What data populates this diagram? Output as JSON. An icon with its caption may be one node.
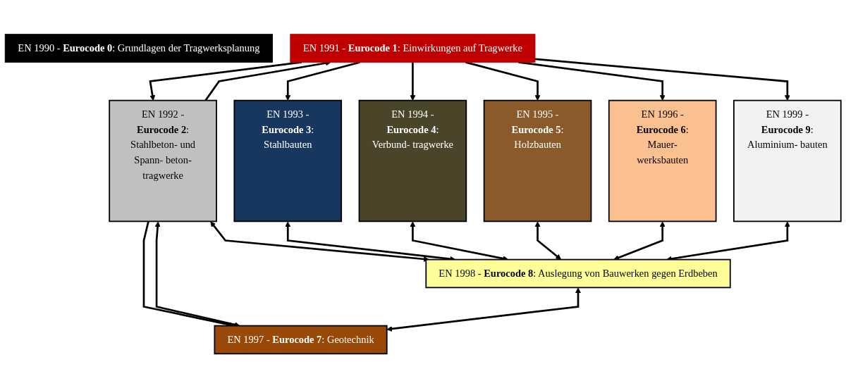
{
  "diagram": {
    "nodes": [
      {
        "text": [
          "EN 1990 - **Eurocode 0**: Grundlagen der Tragwerksplanung"
        ]
      },
      {
        "text": [
          "EN 1991 - **Eurocode 1**: Einwirkungen auf Tragwerke"
        ]
      },
      {
        "text": [
          "EN 1992 - **Eurocode 2**:",
          "Stahlbeton- und Spann- beton- tragwerke"
        ]
      },
      {
        "text": [
          "EN 1993 - **Eurocode 3**:",
          "Stahlbauten"
        ]
      },
      {
        "text": [
          "EN 1994 - **Eurocode 4**:",
          "Verbund- tragwerke"
        ]
      },
      {
        "text": [
          "EN 1995 - **Eurocode 5**:",
          "Holzbauten"
        ]
      },
      {
        "text": [
          "EN 1996 - **Eurocode 6**:",
          "Mauer- werksbauten"
        ]
      },
      {
        "text": [
          "EN 1999 - **Eurocode 9**:",
          "Aluminium- bauten"
        ]
      },
      {
        "text": [
          "EN 1998 - **Eurocode 8**: Auslegung von Bauwerken gegen Erdbeben"
        ]
      },
      {
        "text": [
          "EN 1997 - **Eurocode 7**:  Geotechnik"
        ]
      }
    ],
    "edges": [
      {
        "from": 2,
        "to": 1,
        "arrow": "to"
      },
      {
        "from": 1,
        "to": 2,
        "arrow": "to"
      },
      {
        "from": 1,
        "to": 3,
        "arrow": "to"
      },
      {
        "from": 1,
        "to": 4,
        "arrow": "to"
      },
      {
        "from": 1,
        "to": 5,
        "arrow": "to"
      },
      {
        "from": 1,
        "to": 6,
        "arrow": "to"
      },
      {
        "from": 1,
        "to": 7,
        "arrow": "to"
      },
      {
        "from": 2,
        "to": 9,
        "arrow": "to"
      },
      {
        "from": 2,
        "to": 8,
        "arrow": "both"
      },
      {
        "from": 2,
        "to": 9,
        "arrow": "both"
      },
      {
        "from": 3,
        "to": 8,
        "arrow": "both"
      },
      {
        "from": 4,
        "to": 8,
        "arrow": "both"
      },
      {
        "from": 5,
        "to": 8,
        "arrow": "both"
      },
      {
        "from": 6,
        "to": 8,
        "arrow": "both"
      },
      {
        "from": 7,
        "to": 8,
        "arrow": "both"
      },
      {
        "from": 8,
        "to": 9,
        "arrow": "both"
      }
    ]
  }
}
